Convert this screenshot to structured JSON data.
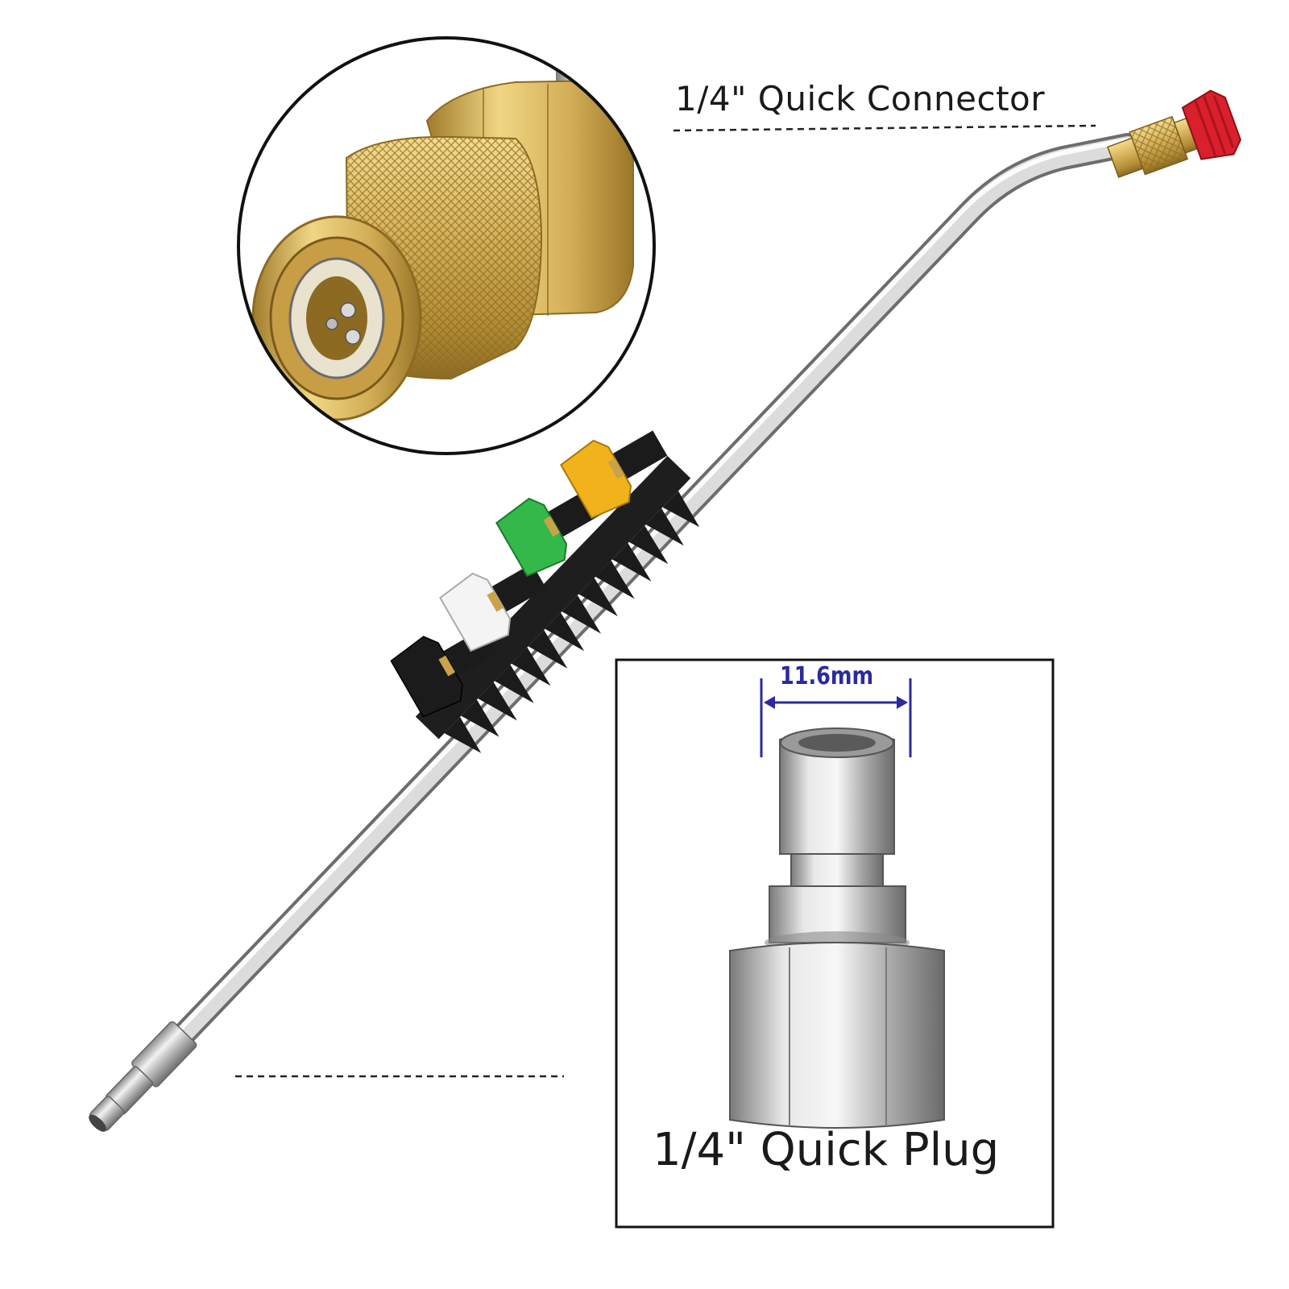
{
  "labels": {
    "connector": "1/4\" Quick Connector",
    "plug": "1/4\" Quick Plug",
    "dimension": "11.6mm"
  },
  "colors": {
    "brass": "#c9a24a",
    "steel": "#c8c8c8",
    "dimension_blue": "#2b2a9e",
    "tip_red": "#d9202c",
    "tip_yellow": "#f2b21b",
    "tip_green": "#34b84a",
    "tip_white": "#f4f4f4",
    "tip_black": "#1b1b1b"
  },
  "icons": {
    "connector_detail": "brass-quick-connector-icon",
    "plug_detail": "steel-quick-plug-icon",
    "wand": "pressure-washer-wand-icon"
  }
}
